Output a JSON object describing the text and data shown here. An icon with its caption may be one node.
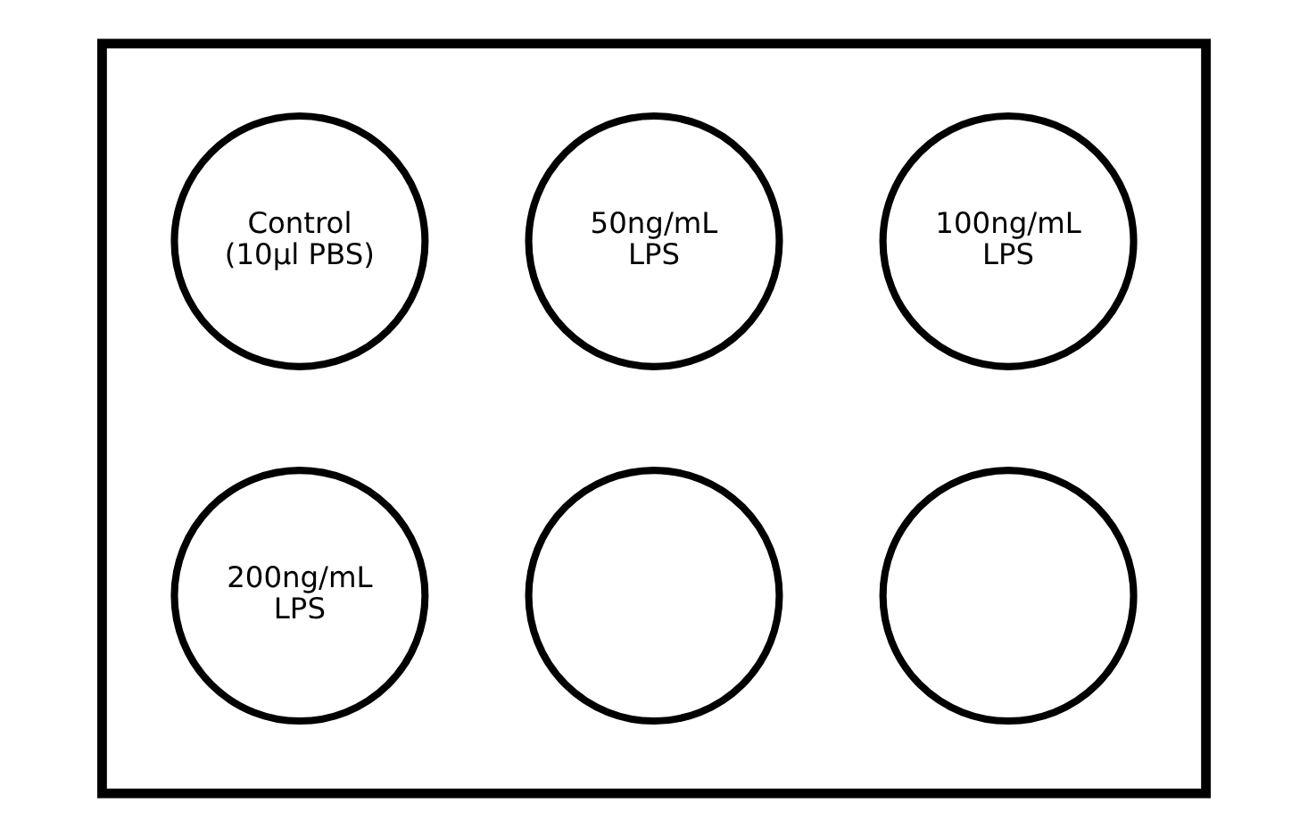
{
  "diagram": {
    "nodes": [
      {
        "text": [],
        "shape": "box"
      },
      {
        "text": [
          "Control (10µl PBS)"
        ],
        "in": 0
      },
      {
        "text": [
          "50ng/mL LPS"
        ],
        "in": 0
      },
      {
        "text": [
          "100ng/mL LPS"
        ],
        "in": 0
      },
      {
        "text": [
          "200ng/mL LPS"
        ],
        "in": 0
      },
      {
        "text": [],
        "shape": "circle",
        "in": 0
      },
      {
        "text": [],
        "shape": "circle",
        "in": 0
      }
    ],
    "edges": []
  }
}
